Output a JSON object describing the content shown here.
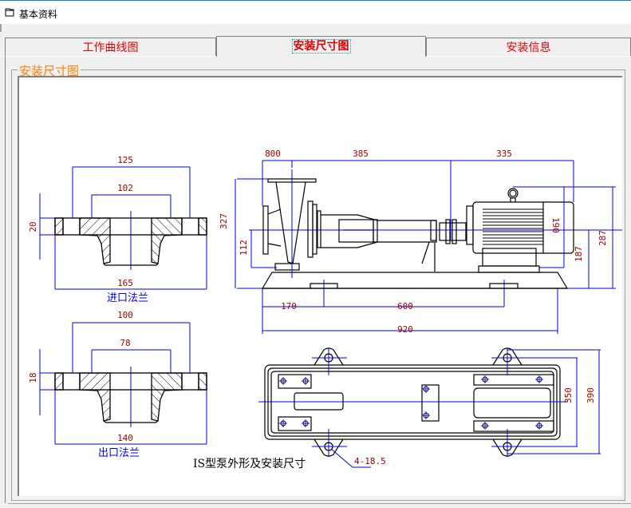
{
  "window": {
    "title": "基本资料",
    "icon": "window-icon"
  },
  "tabs": [
    {
      "label": "工作曲线图",
      "active": false
    },
    {
      "label": "安装尺寸图",
      "active": true
    },
    {
      "label": "安装信息",
      "active": false
    }
  ],
  "group": {
    "label": "安装尺寸图"
  },
  "drawing": {
    "caption": "IS型泵外形及安装尺寸",
    "inlet_flange": {
      "label": "进口法兰",
      "dims": {
        "bolt_circle": "125",
        "raised_face": "102",
        "outer": "165",
        "thickness": "20"
      }
    },
    "outlet_flange": {
      "label": "出口法兰",
      "dims": {
        "bolt_circle": "100",
        "raised_face": "78",
        "outer": "140",
        "thickness": "18"
      }
    },
    "side_view": {
      "dims": {
        "a": "800",
        "b": "385",
        "c": "335",
        "h_total": "327",
        "h_axis": "112",
        "motor_h": "190",
        "motor_axis": "187",
        "h_max": "287",
        "base_left": "170",
        "base_span": "600",
        "base_len": "920"
      }
    },
    "top_view": {
      "dims": {
        "w_inner": "350",
        "w_outer": "390",
        "holes": "4-18.5"
      }
    }
  },
  "colors": {
    "dim_line": "#0000e0",
    "dim_text": "#a00000",
    "outline": "#000000",
    "tab_text": "#e00000",
    "group_label": "#ff8000",
    "flange_label": "#0000e0"
  }
}
